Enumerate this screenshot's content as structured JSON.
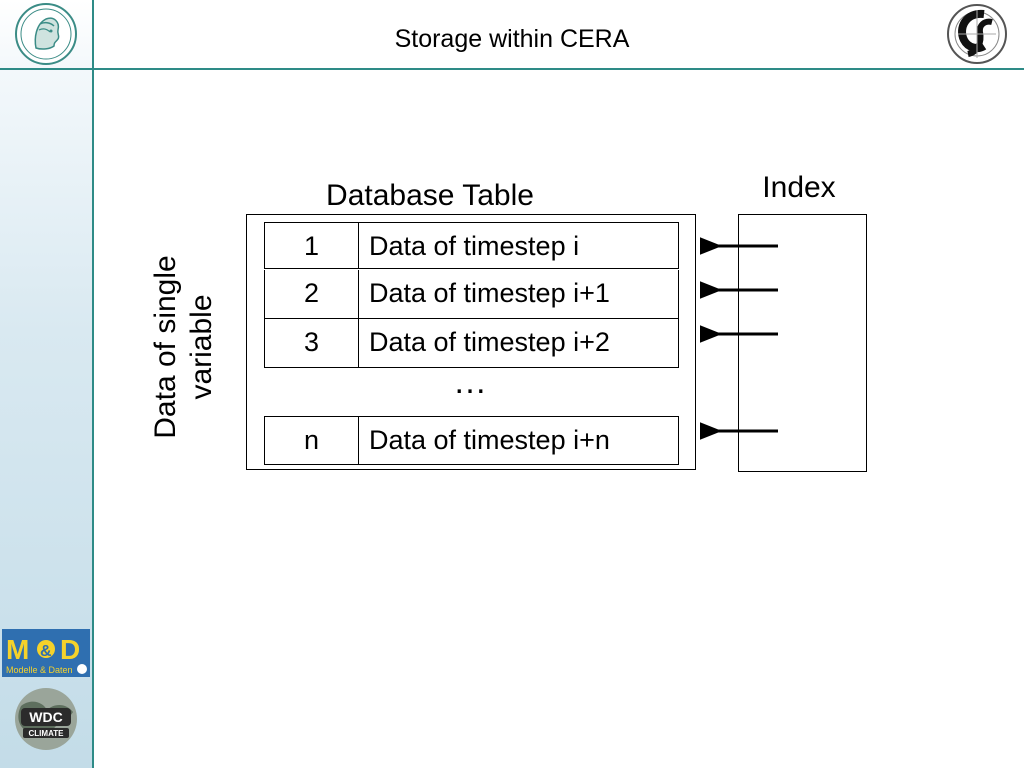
{
  "header": {
    "title": "Storage within CERA"
  },
  "diagram": {
    "table_title": "Database Table",
    "index_title": "Index",
    "side_label": "Data of single variable",
    "rows": [
      {
        "num": "1",
        "data": "Data of timestep i"
      },
      {
        "num": "2",
        "data": "Data of timestep i+1"
      },
      {
        "num": "3",
        "data": "Data of timestep i+2"
      },
      {
        "num": "n",
        "data": "Data of timestep i+n"
      }
    ],
    "ellipsis": "…"
  },
  "logos": {
    "top_left": "max-planck-logo",
    "top_right": "cera-logo",
    "bottom_left_1": "m-and-d-logo",
    "bottom_left_2": "wdc-climate-logo"
  },
  "colors": {
    "accent_rule": "#2e8b87",
    "sidebar_gradient_bottom": "#c3dce8"
  }
}
